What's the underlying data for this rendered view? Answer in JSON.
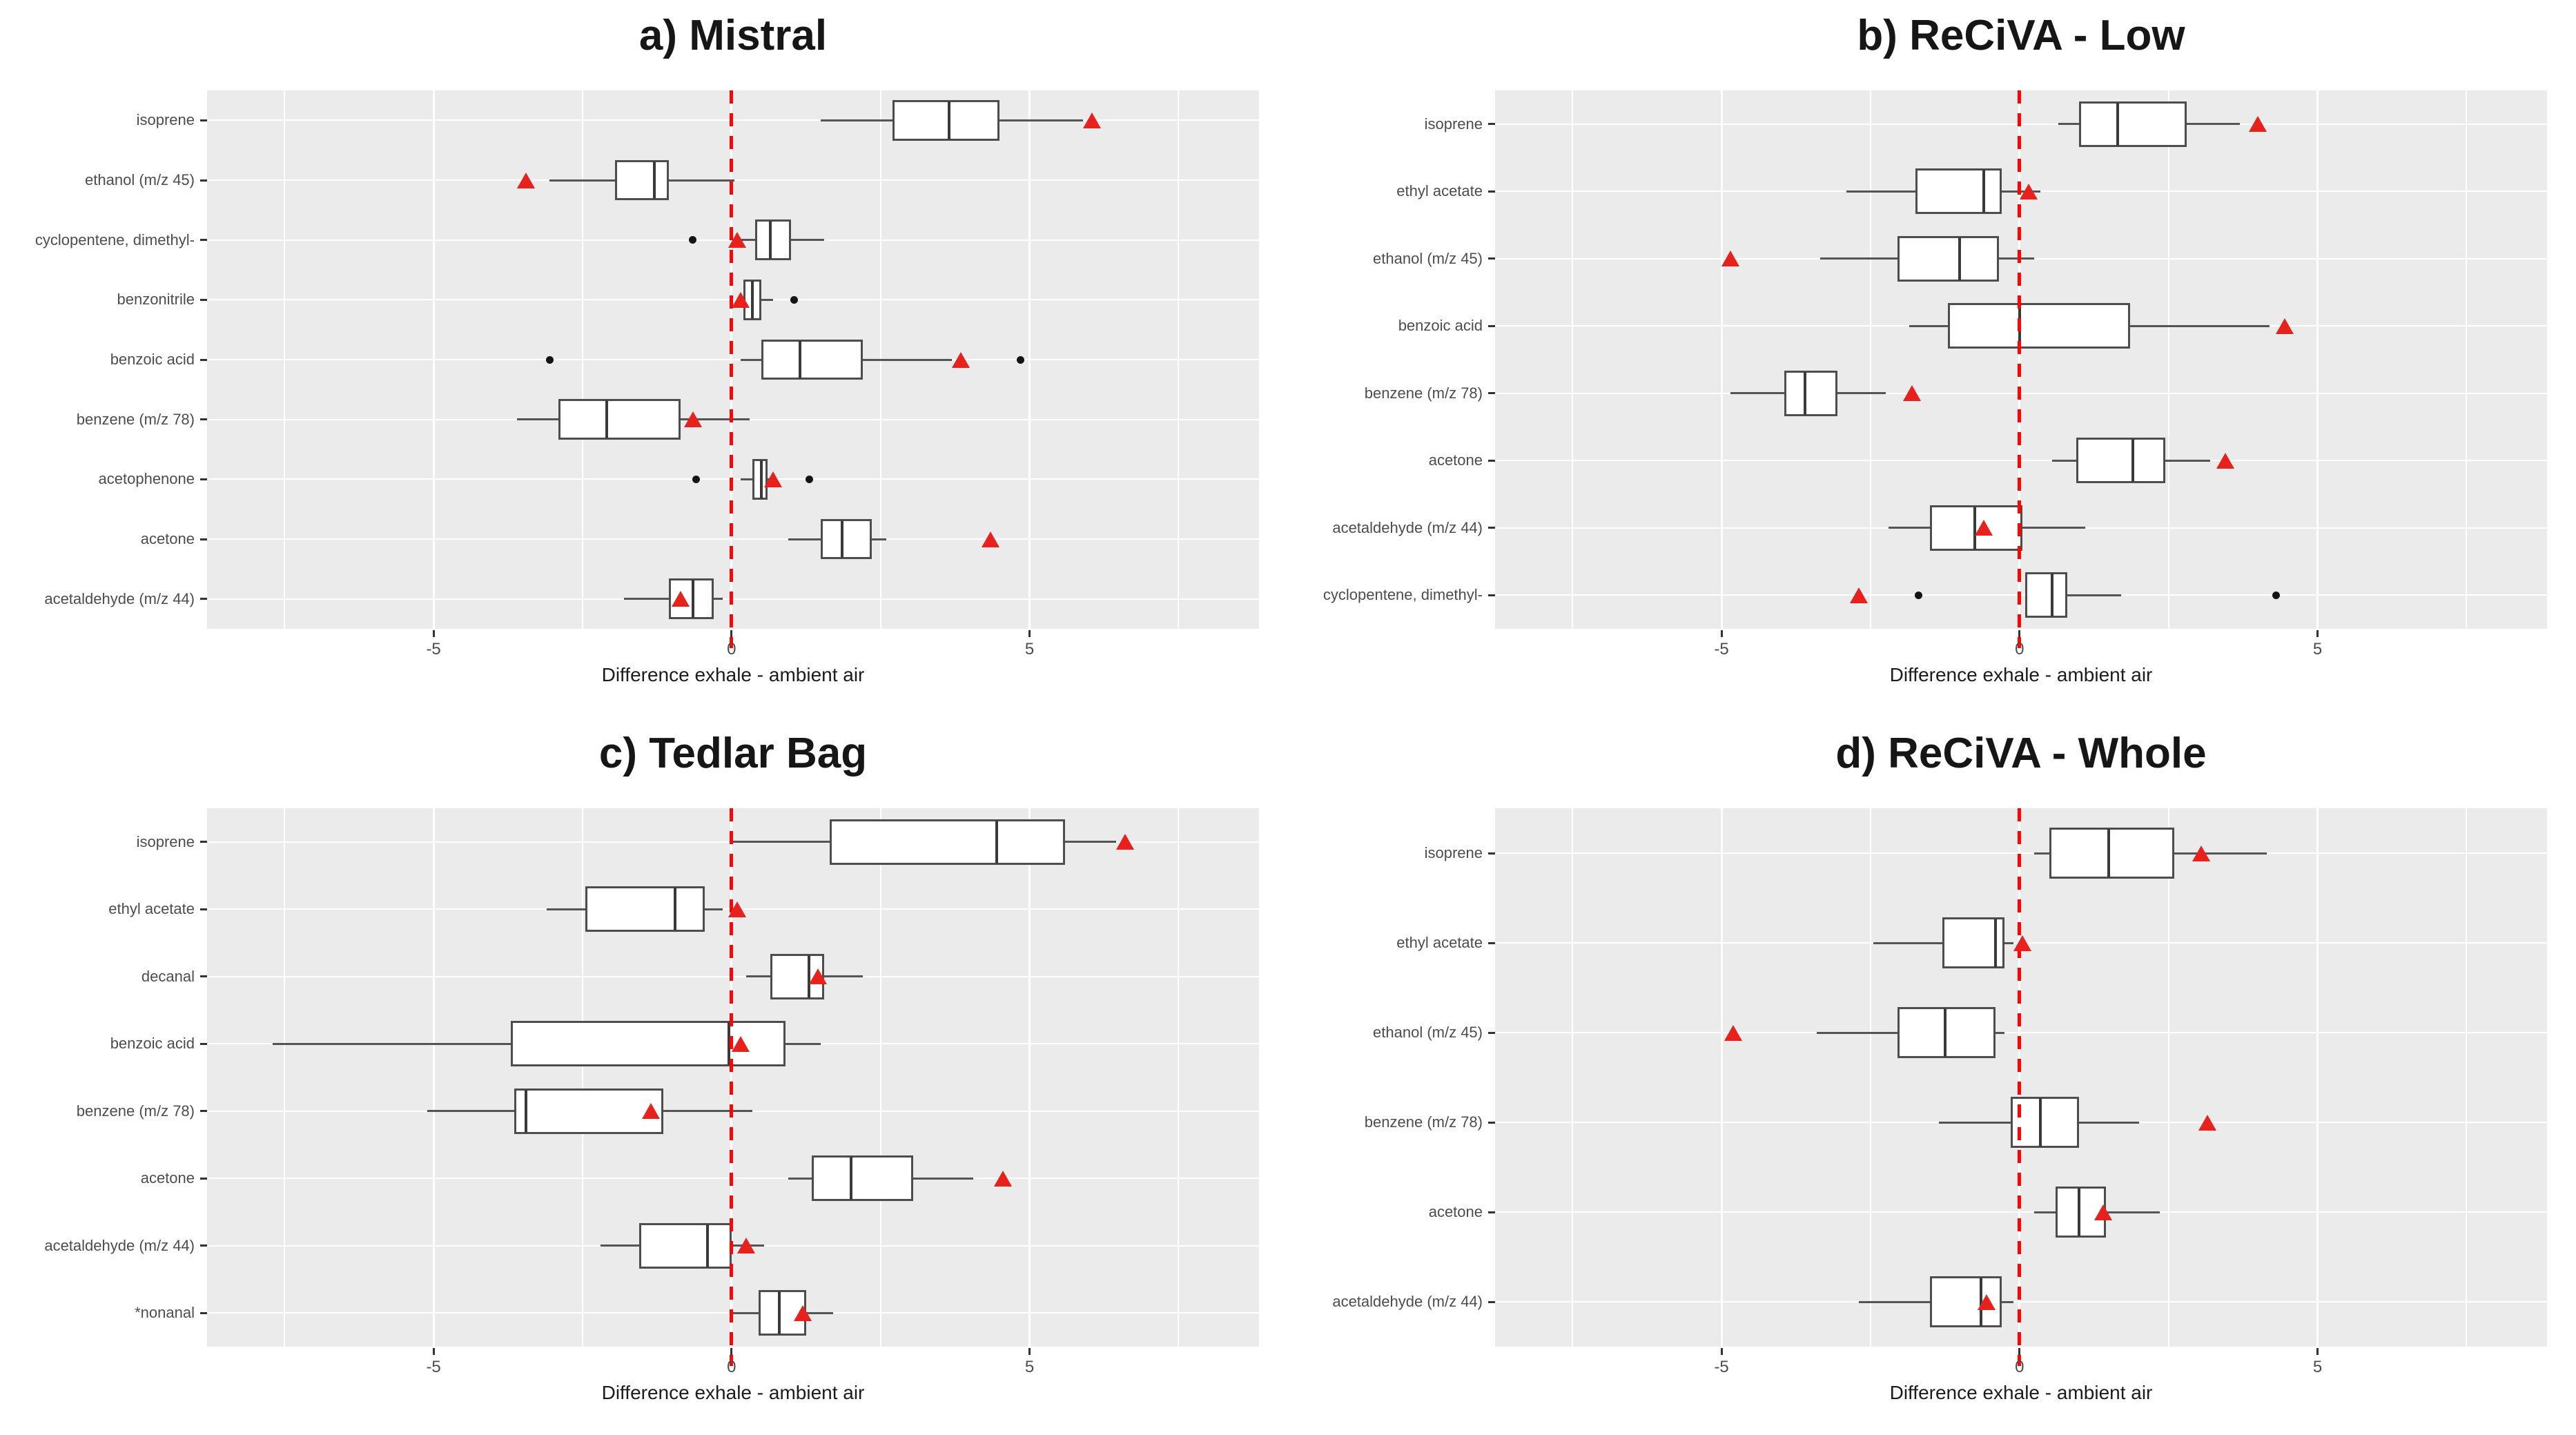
{
  "figure": {
    "background": "#ffffff",
    "panel_background": "#ebebeb",
    "gridline_color": "#ffffff",
    "box_fill": "#ffffff",
    "box_border": "#4d4d4d",
    "median_color": "#3a3a3a",
    "whisker_color": "#545454",
    "outlier_color": "#141414",
    "mean_marker": "red-triangle",
    "mean_marker_color": "#e8211d",
    "zero_line_color": "#fb0505",
    "zero_line_style": "dashed",
    "axis_text_color": "#4d4d4d",
    "title_color": "#161616"
  },
  "chart_data": [
    {
      "id": "a",
      "type": "boxplot",
      "orientation": "horizontal",
      "title": "a) Mistral",
      "xlabel": "Difference exhale - ambient air",
      "xlim": [
        -8.8,
        8.85
      ],
      "x_ticks": [
        -5,
        0,
        5
      ],
      "x_minor_ticks": [
        -7.5,
        -2.5,
        2.5,
        7.5
      ],
      "zero_reference_line": 0,
      "categories": [
        "isoprene",
        "ethanol (m/z 45)",
        "cyclopentene, dimethyl-",
        "benzonitrile",
        "benzoic acid",
        "benzene (m/z 78)",
        "acetophenone",
        "acetone",
        "acetaldehyde (m/z 44)"
      ],
      "boxes": [
        {
          "label": "isoprene",
          "whisker_low": 1.5,
          "q1": 2.7,
          "median": 3.65,
          "q3": 4.5,
          "whisker_high": 5.9,
          "mean": 6.05,
          "outliers": []
        },
        {
          "label": "ethanol (m/z 45)",
          "whisker_low": -3.05,
          "q1": -1.95,
          "median": -1.3,
          "q3": -1.05,
          "whisker_high": 0.05,
          "mean": -3.45,
          "outliers": []
        },
        {
          "label": "cyclopentene, dimethyl-",
          "whisker_low": 0.15,
          "q1": 0.4,
          "median": 0.65,
          "q3": 1.0,
          "whisker_high": 1.55,
          "mean": 0.1,
          "outliers": [
            -0.65
          ]
        },
        {
          "label": "benzonitrile",
          "whisker_low": 0.2,
          "q1": 0.2,
          "median": 0.35,
          "q3": 0.5,
          "whisker_high": 0.7,
          "mean": 0.15,
          "outliers": [
            1.05
          ]
        },
        {
          "label": "benzoic acid",
          "whisker_low": 0.15,
          "q1": 0.5,
          "median": 1.15,
          "q3": 2.2,
          "whisker_high": 3.7,
          "mean": 3.85,
          "outliers": [
            -3.05,
            4.85
          ]
        },
        {
          "label": "benzene (m/z 78)",
          "whisker_low": -3.6,
          "q1": -2.9,
          "median": -2.1,
          "q3": -0.85,
          "whisker_high": 0.3,
          "mean": -0.65,
          "outliers": []
        },
        {
          "label": "acetophenone",
          "whisker_low": 0.15,
          "q1": 0.35,
          "median": 0.5,
          "q3": 0.6,
          "whisker_high": 0.65,
          "mean": 0.7,
          "outliers": [
            -0.6,
            1.3
          ]
        },
        {
          "label": "acetone",
          "whisker_low": 0.95,
          "q1": 1.5,
          "median": 1.85,
          "q3": 2.35,
          "whisker_high": 2.6,
          "mean": 4.35,
          "outliers": []
        },
        {
          "label": "acetaldehyde (m/z 44)",
          "whisker_low": -1.8,
          "q1": -1.05,
          "median": -0.65,
          "q3": -0.3,
          "whisker_high": -0.15,
          "mean": -0.85,
          "outliers": []
        }
      ]
    },
    {
      "id": "b",
      "type": "boxplot",
      "orientation": "horizontal",
      "title": "b) ReCiVA - Low",
      "xlabel": "Difference exhale - ambient air",
      "xlim": [
        -8.8,
        8.85
      ],
      "x_ticks": [
        -5,
        0,
        5
      ],
      "x_minor_ticks": [
        -7.5,
        -2.5,
        2.5,
        7.5
      ],
      "zero_reference_line": 0,
      "categories": [
        "isoprene",
        "ethyl acetate",
        "ethanol (m/z 45)",
        "benzoic acid",
        "benzene (m/z 78)",
        "acetone",
        "acetaldehyde (m/z 44)",
        "cyclopentene, dimethyl-"
      ],
      "boxes": [
        {
          "label": "isoprene",
          "whisker_low": 0.65,
          "q1": 1.0,
          "median": 1.65,
          "q3": 2.8,
          "whisker_high": 3.7,
          "mean": 4.0,
          "outliers": []
        },
        {
          "label": "ethyl acetate",
          "whisker_low": -2.9,
          "q1": -1.75,
          "median": -0.6,
          "q3": -0.3,
          "whisker_high": 0.35,
          "mean": 0.15,
          "outliers": []
        },
        {
          "label": "ethanol (m/z 45)",
          "whisker_low": -3.35,
          "q1": -2.05,
          "median": -1.0,
          "q3": -0.35,
          "whisker_high": 0.25,
          "mean": -4.85,
          "outliers": []
        },
        {
          "label": "benzoic acid",
          "whisker_low": -1.85,
          "q1": -1.2,
          "median": 0.0,
          "q3": 1.85,
          "whisker_high": 4.2,
          "mean": 4.45,
          "outliers": []
        },
        {
          "label": "benzene (m/z 78)",
          "whisker_low": -4.85,
          "q1": -3.95,
          "median": -3.6,
          "q3": -3.05,
          "whisker_high": -2.25,
          "mean": -1.8,
          "outliers": []
        },
        {
          "label": "acetone",
          "whisker_low": 0.55,
          "q1": 0.95,
          "median": 1.9,
          "q3": 2.45,
          "whisker_high": 3.2,
          "mean": 3.45,
          "outliers": []
        },
        {
          "label": "acetaldehyde (m/z 44)",
          "whisker_low": -2.2,
          "q1": -1.5,
          "median": -0.75,
          "q3": 0.05,
          "whisker_high": 1.1,
          "mean": -0.6,
          "outliers": []
        },
        {
          "label": "cyclopentene, dimethyl-",
          "whisker_low": 0.1,
          "q1": 0.1,
          "median": 0.55,
          "q3": 0.8,
          "whisker_high": 1.7,
          "mean": -2.7,
          "outliers": [
            -1.7,
            4.3
          ]
        }
      ]
    },
    {
      "id": "c",
      "type": "boxplot",
      "orientation": "horizontal",
      "title": "c) Tedlar Bag",
      "xlabel": "Difference exhale - ambient air",
      "xlim": [
        -8.8,
        8.85
      ],
      "x_ticks": [
        -5,
        0,
        5
      ],
      "x_minor_ticks": [
        -7.5,
        -2.5,
        2.5,
        7.5
      ],
      "zero_reference_line": 0,
      "categories": [
        "isoprene",
        "ethyl acetate",
        "decanal",
        "benzoic acid",
        "benzene (m/z 78)",
        "acetone",
        "acetaldehyde (m/z 44)",
        "*nonanal"
      ],
      "boxes": [
        {
          "label": "isoprene",
          "whisker_low": 0.0,
          "q1": 1.65,
          "median": 4.45,
          "q3": 5.6,
          "whisker_high": 6.45,
          "mean": 6.6,
          "outliers": []
        },
        {
          "label": "ethyl acetate",
          "whisker_low": -3.1,
          "q1": -2.45,
          "median": -0.95,
          "q3": -0.45,
          "whisker_high": -0.15,
          "mean": 0.1,
          "outliers": []
        },
        {
          "label": "decanal",
          "whisker_low": 0.25,
          "q1": 0.65,
          "median": 1.3,
          "q3": 1.55,
          "whisker_high": 2.2,
          "mean": 1.45,
          "outliers": []
        },
        {
          "label": "benzoic acid",
          "whisker_low": -7.7,
          "q1": -3.7,
          "median": -0.05,
          "q3": 0.9,
          "whisker_high": 1.5,
          "mean": 0.15,
          "outliers": []
        },
        {
          "label": "benzene (m/z 78)",
          "whisker_low": -5.1,
          "q1": -3.65,
          "median": -3.45,
          "q3": -1.15,
          "whisker_high": 0.35,
          "mean": -1.35,
          "outliers": []
        },
        {
          "label": "acetone",
          "whisker_low": 0.95,
          "q1": 1.35,
          "median": 2.0,
          "q3": 3.05,
          "whisker_high": 4.05,
          "mean": 4.55,
          "outliers": []
        },
        {
          "label": "acetaldehyde (m/z 44)",
          "whisker_low": -2.2,
          "q1": -1.55,
          "median": -0.4,
          "q3": 0.0,
          "whisker_high": 0.55,
          "mean": 0.25,
          "outliers": []
        },
        {
          "label": "*nonanal",
          "whisker_low": 0.0,
          "q1": 0.45,
          "median": 0.8,
          "q3": 1.25,
          "whisker_high": 1.7,
          "mean": 1.2,
          "outliers": []
        }
      ]
    },
    {
      "id": "d",
      "type": "boxplot",
      "orientation": "horizontal",
      "title": "d) ReCiVA - Whole",
      "xlabel": "Difference exhale - ambient air",
      "xlim": [
        -8.8,
        8.85
      ],
      "x_ticks": [
        -5,
        0,
        5
      ],
      "x_minor_ticks": [
        -7.5,
        -2.5,
        2.5,
        7.5
      ],
      "zero_reference_line": 0,
      "categories": [
        "isoprene",
        "ethyl acetate",
        "ethanol (m/z 45)",
        "benzene (m/z 78)",
        "acetone",
        "acetaldehyde (m/z 44)"
      ],
      "boxes": [
        {
          "label": "isoprene",
          "whisker_low": 0.25,
          "q1": 0.5,
          "median": 1.5,
          "q3": 2.6,
          "whisker_high": 4.15,
          "mean": 3.05,
          "outliers": []
        },
        {
          "label": "ethyl acetate",
          "whisker_low": -2.45,
          "q1": -1.3,
          "median": -0.4,
          "q3": -0.25,
          "whisker_high": -0.1,
          "mean": 0.05,
          "outliers": []
        },
        {
          "label": "ethanol (m/z 45)",
          "whisker_low": -3.4,
          "q1": -2.05,
          "median": -1.25,
          "q3": -0.4,
          "whisker_high": -0.25,
          "mean": -4.8,
          "outliers": []
        },
        {
          "label": "benzene (m/z 78)",
          "whisker_low": -1.35,
          "q1": -0.15,
          "median": 0.35,
          "q3": 1.0,
          "whisker_high": 2.0,
          "mean": 3.15,
          "outliers": []
        },
        {
          "label": "acetone",
          "whisker_low": 0.25,
          "q1": 0.6,
          "median": 1.0,
          "q3": 1.45,
          "whisker_high": 2.35,
          "mean": 1.4,
          "outliers": []
        },
        {
          "label": "acetaldehyde (m/z 44)",
          "whisker_low": -2.7,
          "q1": -1.5,
          "median": -0.65,
          "q3": -0.3,
          "whisker_high": -0.1,
          "mean": -0.55,
          "outliers": []
        }
      ]
    }
  ]
}
